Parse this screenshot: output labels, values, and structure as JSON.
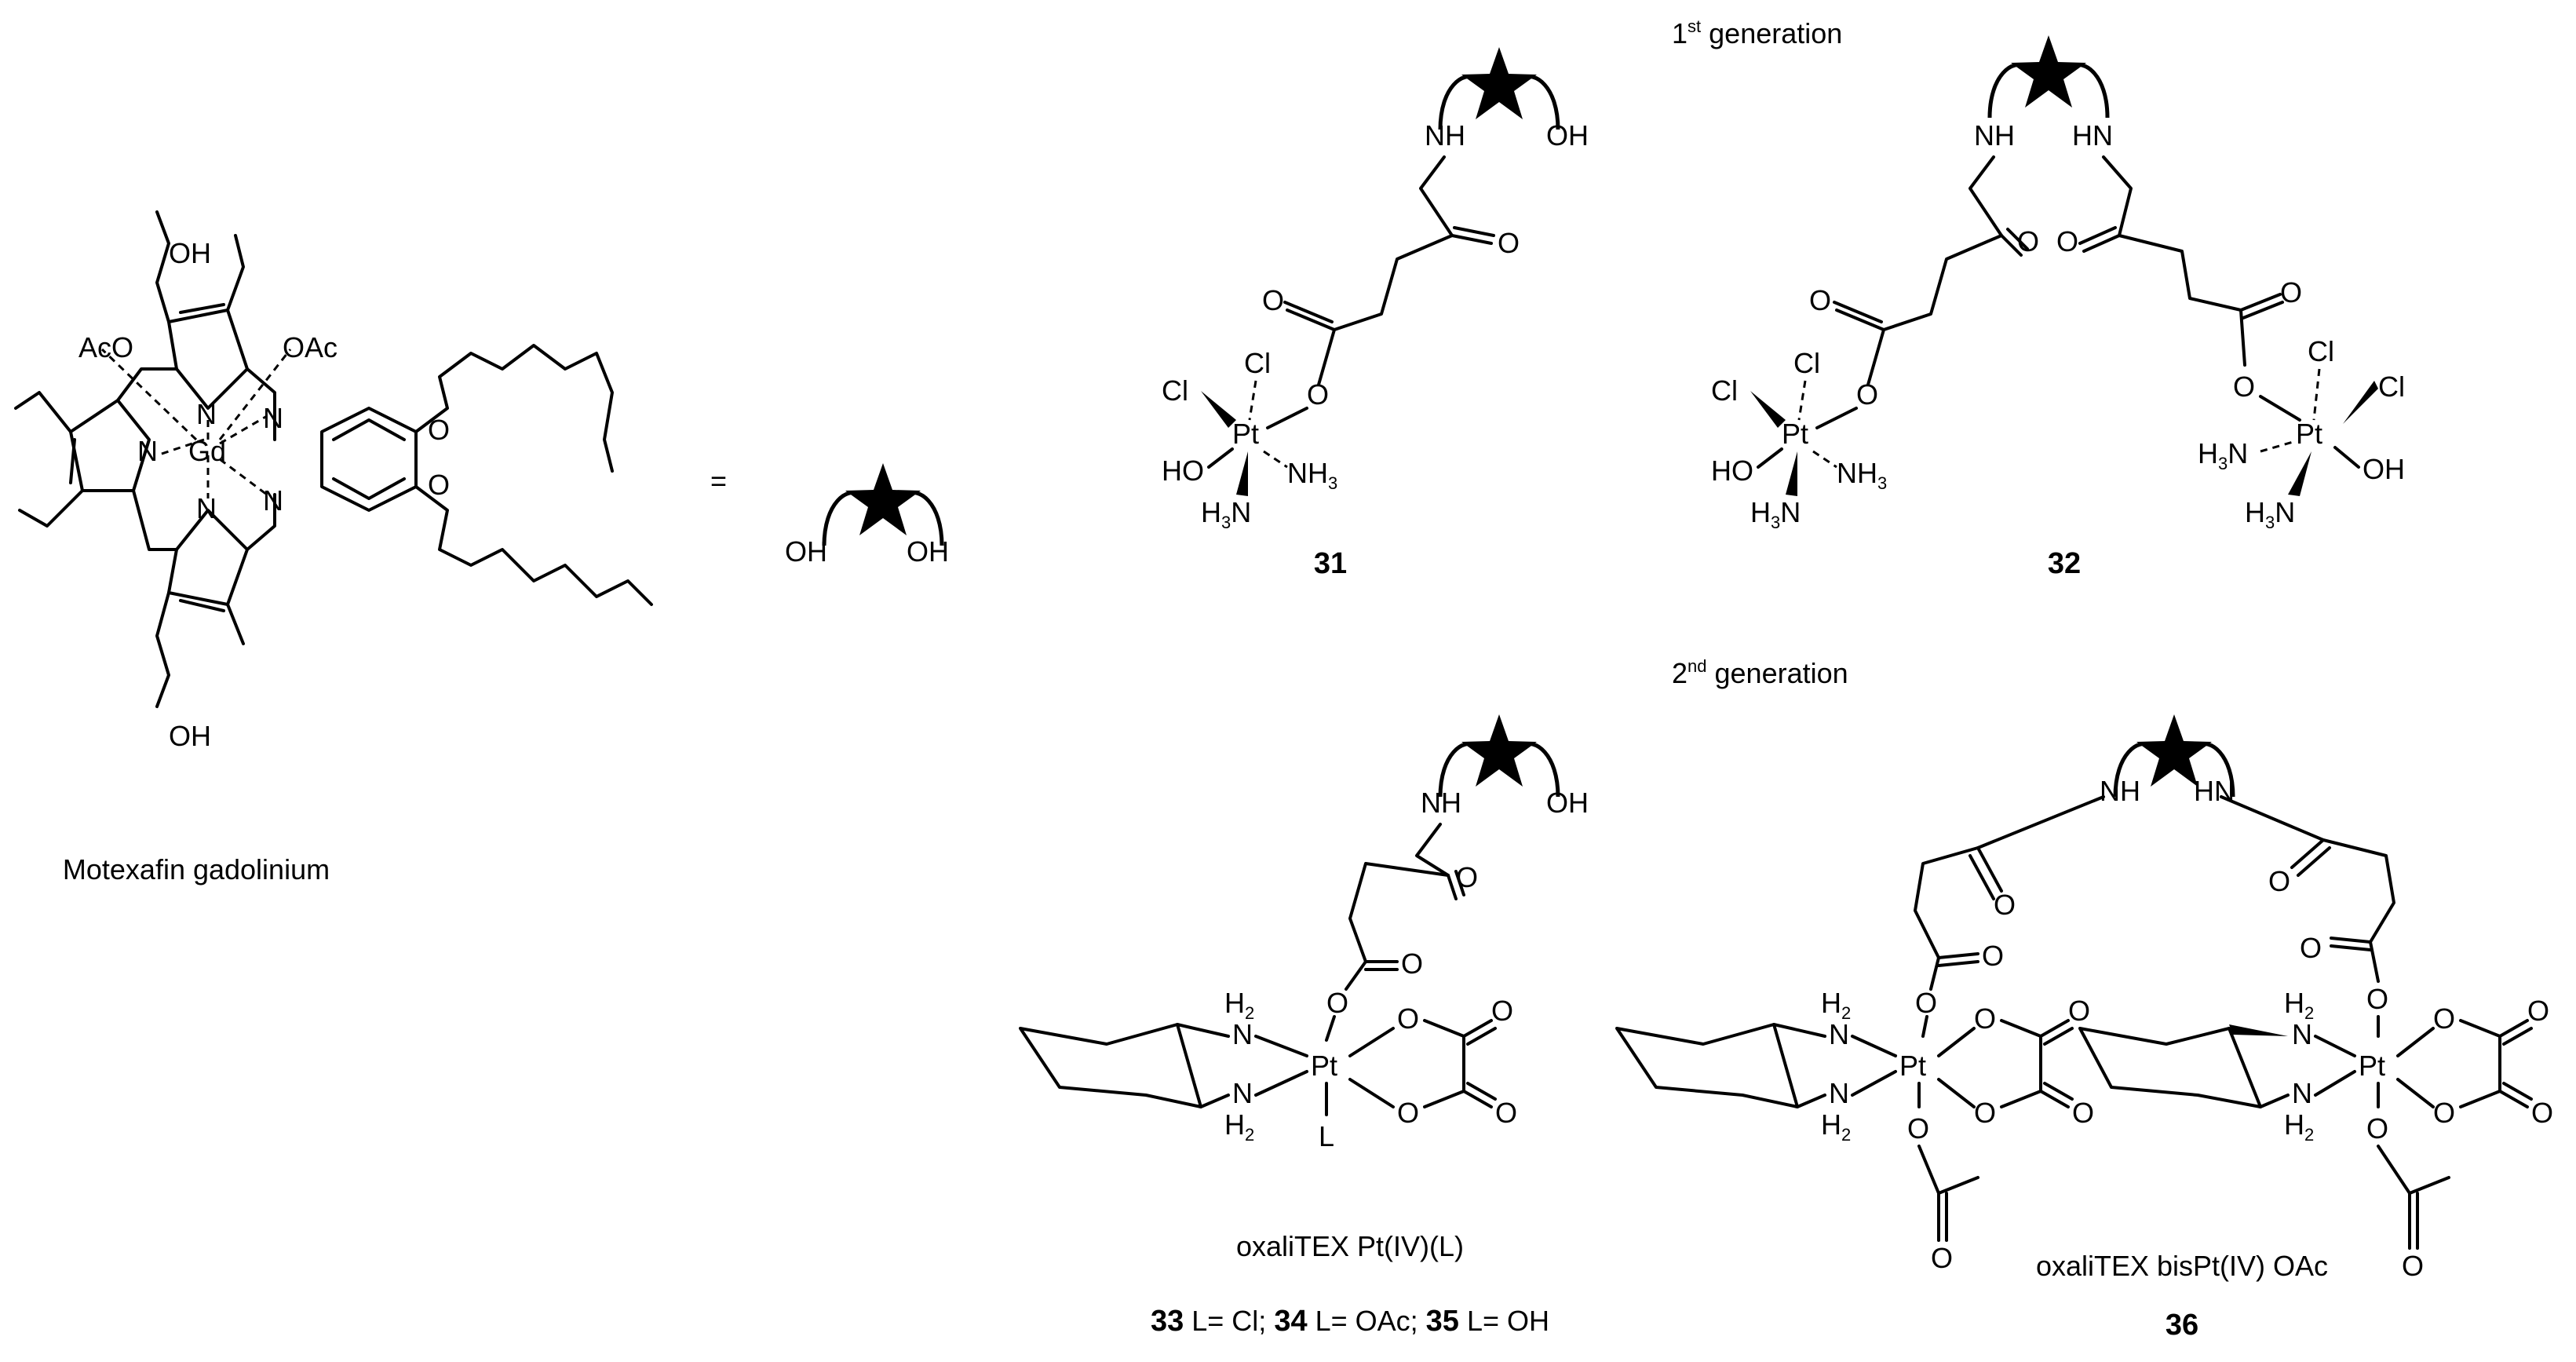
{
  "headings": {
    "first_gen_num": "1",
    "first_gen_sup": "st",
    "first_gen_text": " generation",
    "second_gen_num": "2",
    "second_gen_sup": "nd",
    "second_gen_text": " generation"
  },
  "motexafin": {
    "name": "Motexafin gadolinium",
    "equals": "="
  },
  "legend": {
    "oh_left": "OH",
    "oh_right": "OH"
  },
  "atoms": {
    "OH": "OH",
    "HO": "HO",
    "AcO": "AcO",
    "OAc": "OAc",
    "N": "N",
    "Gd": "Gd",
    "O": "O",
    "NH": "NH",
    "HN": "HN",
    "Cl": "Cl",
    "Pt": "Pt",
    "NH3": "NH",
    "H3N": "H",
    "three": "3",
    "H2": "H",
    "two": "2",
    "L": "L"
  },
  "compounds": {
    "c31": "31",
    "c32": "32",
    "c33_35": {
      "n33": "33",
      "t33": " L= Cl;  ",
      "n34": "34",
      "t34": " L= OAc;  ",
      "n35": "35",
      "t35": " L= OH"
    },
    "c36": "36",
    "oxali_single": "oxaliTEX Pt(IV)(L)",
    "oxali_bis": "oxaliTEX bisPt(IV) OAc"
  }
}
